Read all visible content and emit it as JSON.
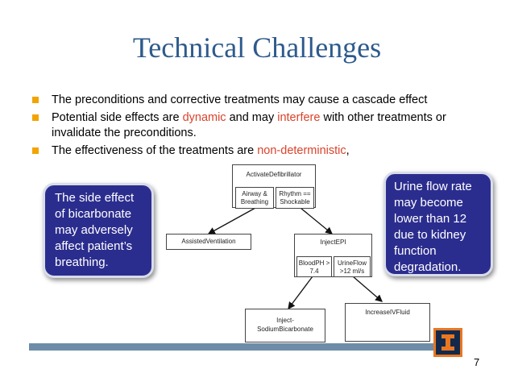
{
  "slide": {
    "title": "Technical Challenges",
    "page_number": "7"
  },
  "bullets": [
    {
      "segments": [
        {
          "text": "The preconditions and corrective treatments may cause a cascade effect"
        }
      ]
    },
    {
      "segments": [
        {
          "text": "Potential side effects are "
        },
        {
          "text": "dynamic",
          "highlight": true
        },
        {
          "text": " and may "
        },
        {
          "text": "interfere",
          "highlight": true
        },
        {
          "text": " with other treatments or invalidate the preconditions."
        }
      ]
    },
    {
      "segments": [
        {
          "text": "The effectiveness of the treatments are "
        },
        {
          "text": "non-deterministic",
          "highlight": true
        },
        {
          "text": ","
        }
      ]
    }
  ],
  "diagram": {
    "activate_defibrillator": "ActivateDefibrillator",
    "airway_breathing": "Airway & Breathing",
    "rhythm_shockable": "Rhythm == Shockable",
    "assisted_ventilation": "AssistedVentilation",
    "inject_epi": "InjectEPI",
    "blood_ph": "BloodPH > 7.4",
    "urine_flow": "UrineFlow >12 ml/s",
    "inject_sodium": "Inject-SodiumBicarbonate",
    "increase_iv_fluid": "IncreaseIVFluid"
  },
  "callouts": {
    "left": "The side effect of bicarbonate may adversely affect patient’s breathing.",
    "right": "Urine flow rate may become lower than 12 due to kidney function degradation."
  },
  "colors": {
    "title": "#2d5a8c",
    "highlight": "#d9432b",
    "bullet": "#f2a400",
    "callout_bg": "#2b2d8e",
    "band": "#6e8ca8",
    "logo_orange": "#e87722",
    "logo_blue": "#13294b"
  }
}
